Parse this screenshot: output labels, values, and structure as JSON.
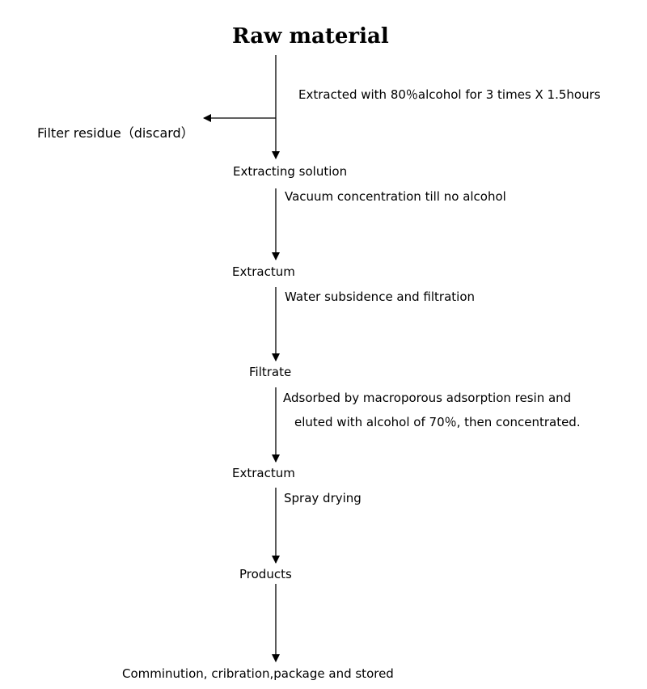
{
  "title": "Raw material",
  "nodes": {
    "extracting_solution": "Extracting solution",
    "extractum_1": "Extractum",
    "filtrate": "Filtrate",
    "extractum_2": "Extractum",
    "products": "Products",
    "final_step": "Comminution, cribration,package and stored"
  },
  "branch": {
    "filter_residue": "Filter residue（discard）"
  },
  "steps": {
    "extraction": "Extracted with 80％alcohol for 3 times X 1.5hours",
    "vacuum": "Vacuum concentration till no alcohol",
    "water": "Water subsidence and filtration",
    "adsorb_line1": "Adsorbed by macroporous adsorption resin and",
    "adsorb_line2": "eluted with alcohol of 70％, then concentrated.",
    "spray": "Spray drying"
  }
}
